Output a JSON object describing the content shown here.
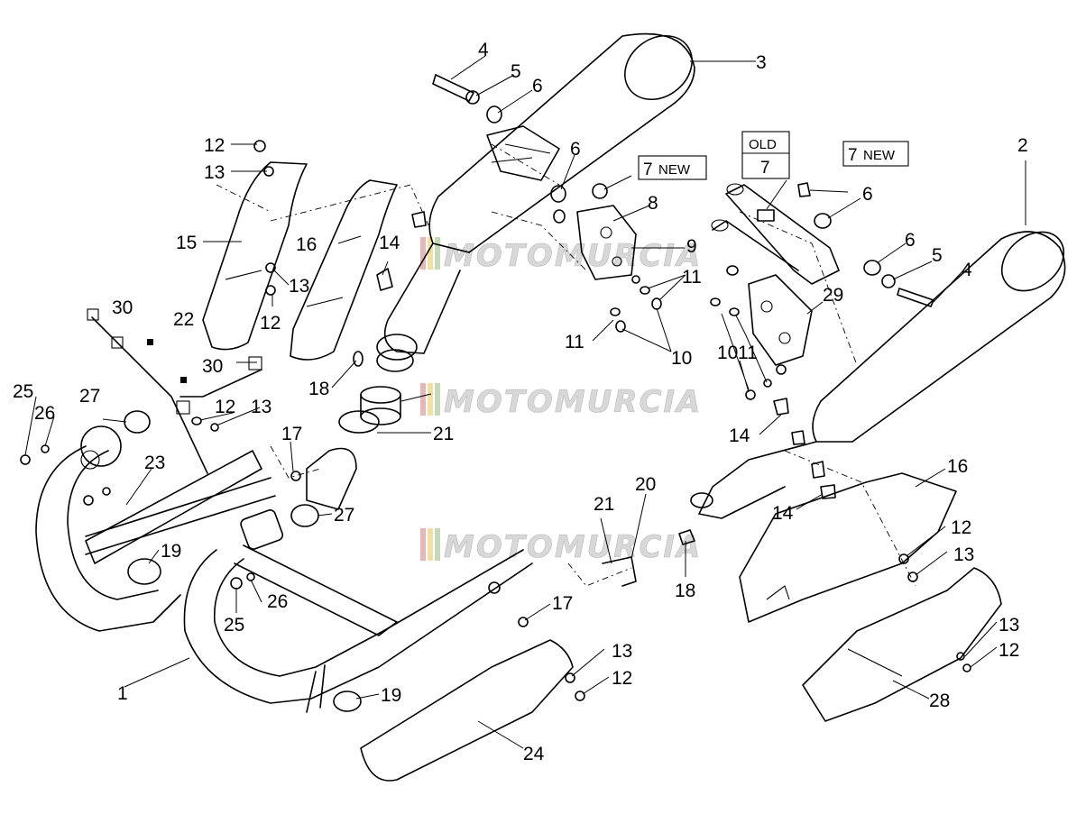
{
  "labels": {
    "p1": "1",
    "p2": "2",
    "p3": "3",
    "p4a": "4",
    "p4b": "4",
    "p5a": "5",
    "p5b": "5",
    "p6a": "6",
    "p6b": "6",
    "p6c": "6",
    "p6d": "6",
    "p8": "8",
    "p9": "9",
    "p10a": "10",
    "p10b": "10",
    "p11a": "11",
    "p11b": "11",
    "p11c": "11",
    "p12a": "12",
    "p12b": "12",
    "p12c": "12",
    "p12d": "12",
    "p12e": "12",
    "p12f": "12",
    "p13a": "13",
    "p13b": "13",
    "p13c": "13",
    "p13d": "13",
    "p13e": "13",
    "p13f": "13",
    "p14a": "14",
    "p14b": "14",
    "p14c": "14",
    "p15": "15",
    "p16a": "16",
    "p16b": "16",
    "p17a": "17",
    "p17b": "17",
    "p18a": "18",
    "p18b": "18",
    "p19a": "19",
    "p19b": "19",
    "p20": "20",
    "p21a": "21",
    "p21b": "21",
    "p22": "22",
    "p23": "23",
    "p24": "24",
    "p25a": "25",
    "p25b": "25",
    "p26a": "26",
    "p26b": "26",
    "p27a": "27",
    "p27b": "27",
    "p28": "28",
    "p29": "29",
    "p30a": "30",
    "p30b": "30"
  },
  "boxes": {
    "new_left": {
      "num": "7",
      "tag": "NEW"
    },
    "new_right": {
      "num": "7",
      "tag": "NEW"
    },
    "old": {
      "tag": "OLD",
      "num": "7"
    }
  },
  "watermark": {
    "text": "MOTOMURCIA"
  },
  "colors": {
    "line": "#000000",
    "watermark": "#d8d8d8",
    "watermark_stripes": [
      "#e4b8b8",
      "#f0dfa6",
      "#c5d9b6"
    ]
  }
}
